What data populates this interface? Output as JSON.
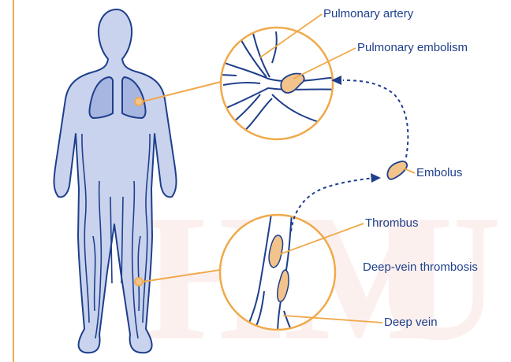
{
  "labels": {
    "pulmonary_artery": "Pulmonary artery",
    "pulmonary_embolism": "Pulmonary embolism",
    "embolus": "Embolus",
    "thrombus": "Thrombus",
    "deep_vein_thrombosis": "Deep-vein thrombosis",
    "deep_vein": "Deep vein"
  },
  "colors": {
    "outline": "#1f3f8c",
    "body_fill": "#c9d3ee",
    "lung_fill": "#a7b5e1",
    "leader_line": "#f0a94a",
    "clot_fill": "#f2c38b",
    "frame_line": "#f0a94a"
  }
}
